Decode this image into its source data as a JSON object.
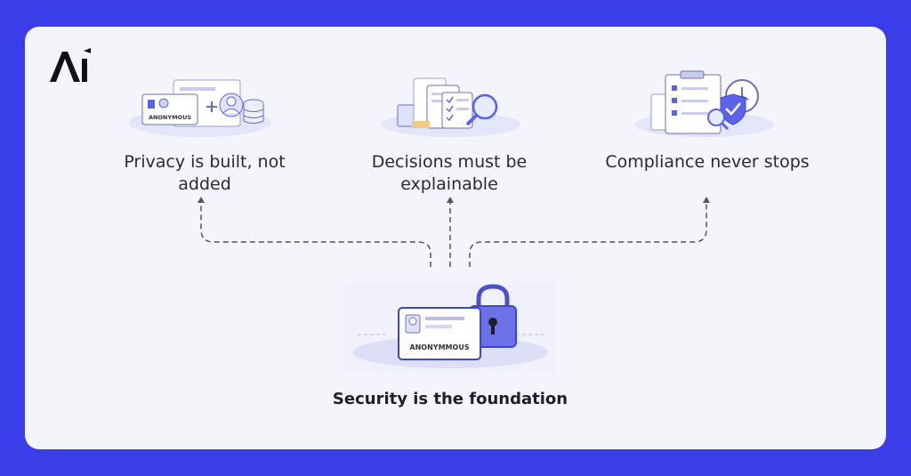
{
  "brand": {
    "logo_icon": "ai-logo-icon"
  },
  "pillars": [
    {
      "label": "Privacy is built, not added",
      "badge": "ANONYMOUS",
      "icon": "anonymous-id-database-icon"
    },
    {
      "label": "Decisions must be explainable",
      "icon": "documents-magnifier-icon"
    },
    {
      "label": "Compliance never stops",
      "icon": "checklist-shield-clock-icon"
    }
  ],
  "foundation": {
    "label": "Security is the foundation",
    "badge": "ANONYMMOUS",
    "icon": "id-card-padlock-icon"
  },
  "colors": {
    "background": "#3a3ee8",
    "card": "#f4f4fb",
    "accent": "#5b63e6",
    "text": "#2a2a33"
  }
}
